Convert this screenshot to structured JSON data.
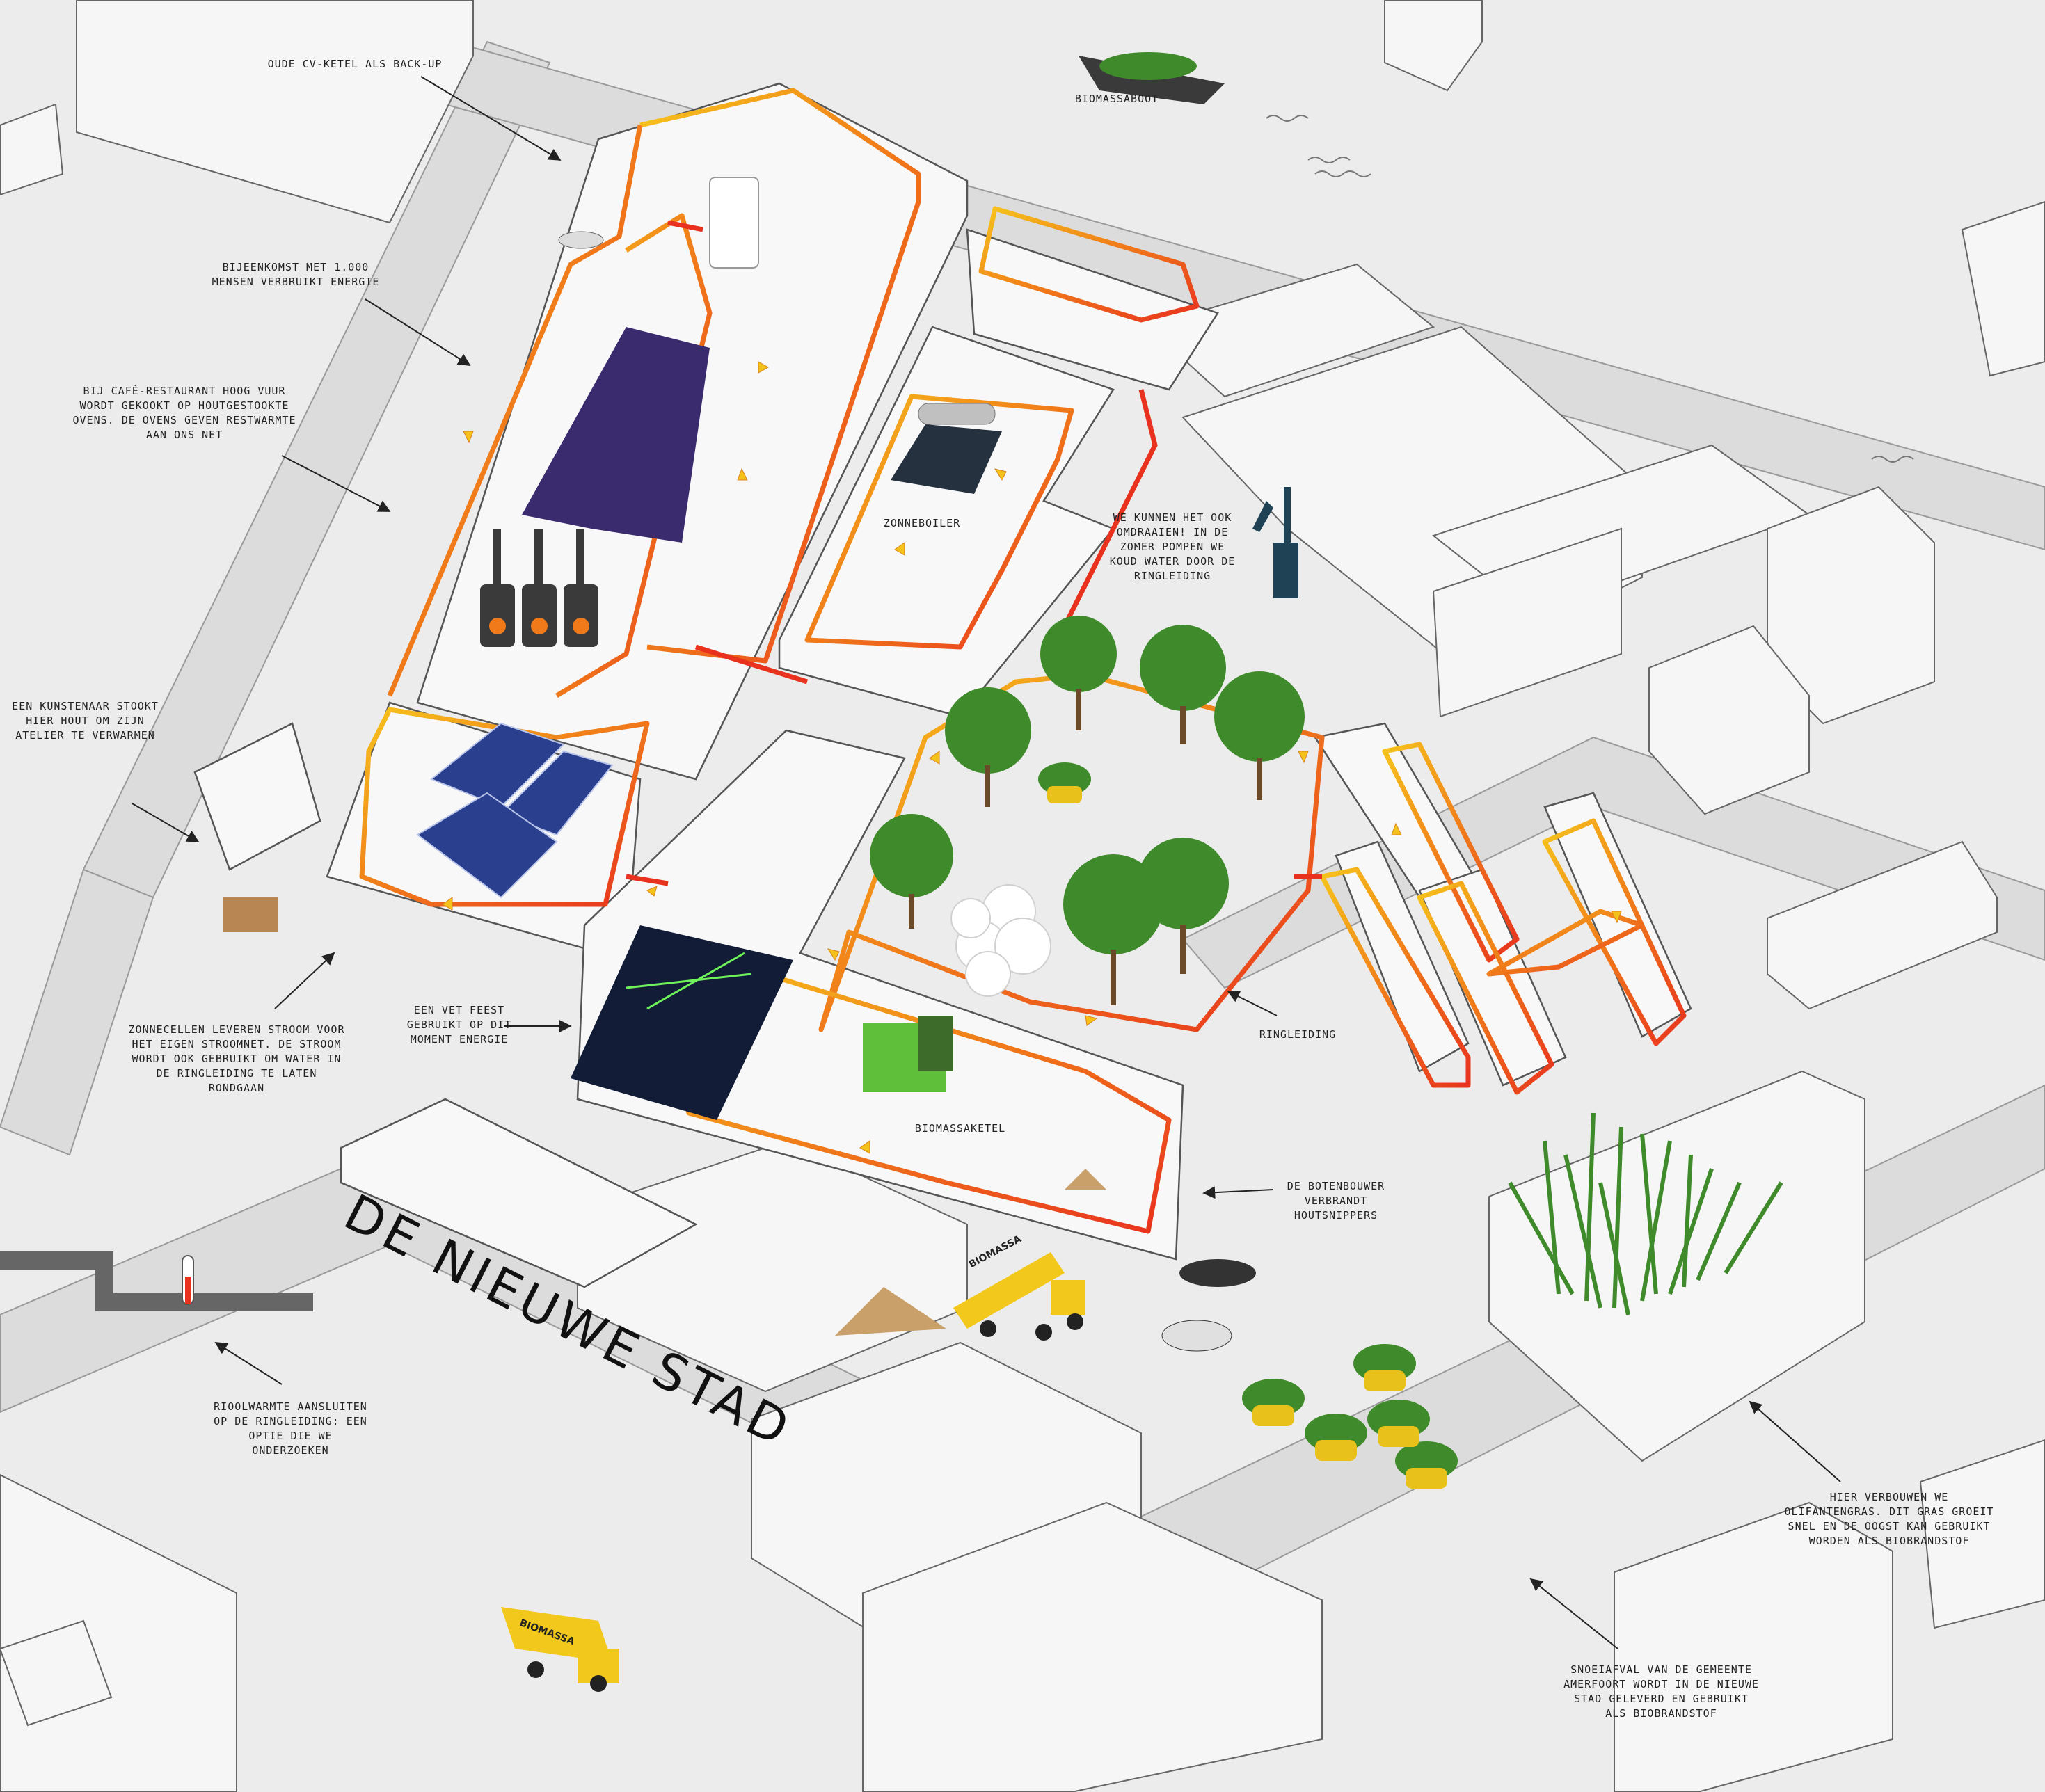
{
  "colors": {
    "ground": "#ececec",
    "road": "#dadada",
    "building": "#f6f6f6",
    "outline": "#555555",
    "pipe_hot": "#e8321e",
    "pipe_warm": "#f07a1a",
    "pipe_mild": "#f6c41c",
    "tree": "#3f8a2a",
    "solar": "#2b3f8f",
    "machine": "#5fbf3a",
    "truck": "#f2c81c"
  },
  "title": "DE NIEUWE STAD",
  "labels": {
    "cv_ketel": "OUDE CV-KETEL ALS BACK-UP",
    "biomassaboot": "BIOMASSABOOT",
    "bijeenkomst": "BIJEENKOMST MET 1.000 MENSEN VERBRUIKT ENERGIE",
    "cafe": "BIJ CAFÉ-RESTAURANT HOOG VUUR WORDT GEKOOKT OP HOUTGESTOOKTE OVENS. DE OVENS GEVEN RESTWARMTE AAN ONS NET",
    "zonneboiler": "ZONNEBOILER",
    "omdraaien": "WE KUNNEN HET OOK OMDRAAIEN! IN DE ZOMER POMPEN WE KOUD WATER DOOR DE RINGLEIDING",
    "kunstenaar": "EEN KUNSTENAAR STOOKT HIER HOUT OM ZIJN ATELIER TE VERWARMEN",
    "zonnecellen": "ZONNECELLEN LEVEREN STROOM VOOR HET EIGEN STROOMNET. DE STROOM WORDT OOK GEBRUIKT OM WATER IN DE RINGLEIDING TE LATEN RONDGAAN",
    "feest": "EEN VET FEEST GEBRUIKT OP DIT MOMENT ENERGIE",
    "ringleiding": "RINGLEIDING",
    "biomassaketel": "BIOMASSAKETEL",
    "botenbouwer": "DE BOTENBOUWER VERBRANDT HOUTSNIPPERS",
    "rioolwarmte": "RIOOLWARMTE AANSLUITEN OP DE RINGLEIDING: EEN OPTIE DIE WE ONDERZOEKEN",
    "olifantengras": "HIER VERBOUWEN WE OLIFANTENGRAS. DIT GRAS GROEIT SNEL EN DE OOGST KAN GEBRUIKT WORDEN ALS BIOBRANDSTOF",
    "snoeiafval": "SNOEIAFVAL VAN DE GEMEENTE AMERFOORT WORDT IN DE NIEUWE STAD GELEVERD EN GEBRUIKT ALS BIOBRANDSTOF"
  },
  "truck_text": "BIOMASSA",
  "truck_text_2": "BIOMASSA"
}
